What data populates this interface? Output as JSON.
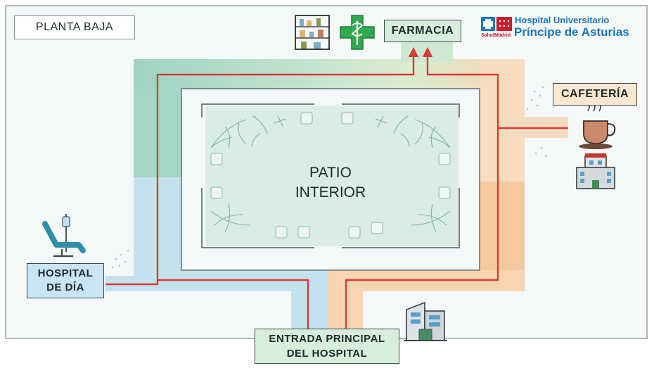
{
  "floor": {
    "label": "PLANTA BAJA"
  },
  "destinations": {
    "farmacia": "FARMACIA",
    "cafeteria": "CAFETERÍA",
    "hospital_dia": [
      "HOSPITAL",
      "DE DÍA"
    ],
    "entrada": [
      "ENTRADA PRINCIPAL",
      "DEL HOSPITAL"
    ]
  },
  "patio": {
    "label": [
      "PATIO",
      "INTERIOR"
    ]
  },
  "brand": {
    "line1": "Hospital Universitario",
    "line2": "Príncipe de Asturias",
    "sub": "SaludMadrid"
  },
  "icons": [
    "pharmacy-shelf-icon",
    "pharmacy-cross-icon",
    "coffee-cup-icon",
    "building-icon",
    "infusion-chair-icon",
    "hospital-entrance-icon"
  ],
  "colors": {
    "teal": "#b4dccf",
    "green": "#cde9d3",
    "peach": "#f8d9b9",
    "blue": "#c5e1ee",
    "route": "#d93a3a",
    "label_blue": "#c9e4f3",
    "label_green": "#d6eedb",
    "label_peach": "#fbe7d0",
    "brand": "#1b75bb",
    "brand_red": "#c8202f"
  }
}
